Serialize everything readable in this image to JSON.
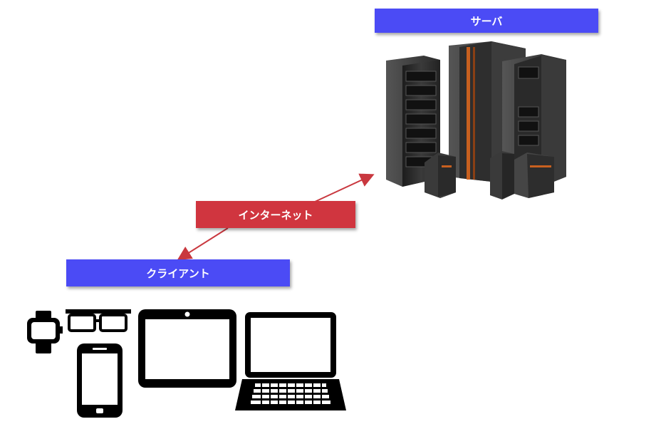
{
  "labels": {
    "server": "サーバ",
    "internet": "インターネット",
    "client": "クライアント"
  },
  "colors": {
    "server_label_bg": "#4B4BF5",
    "client_label_bg": "#4B4BF5",
    "internet_label_bg": "#D0353F",
    "arrow": "#C9383F",
    "device": "#000000",
    "server_body": "#2b2b2b",
    "server_accent": "#c8601f"
  },
  "icons": [
    "server-rack-icon",
    "smartwatch-icon",
    "smart-glasses-icon",
    "smartphone-icon",
    "tablet-icon",
    "laptop-icon"
  ]
}
